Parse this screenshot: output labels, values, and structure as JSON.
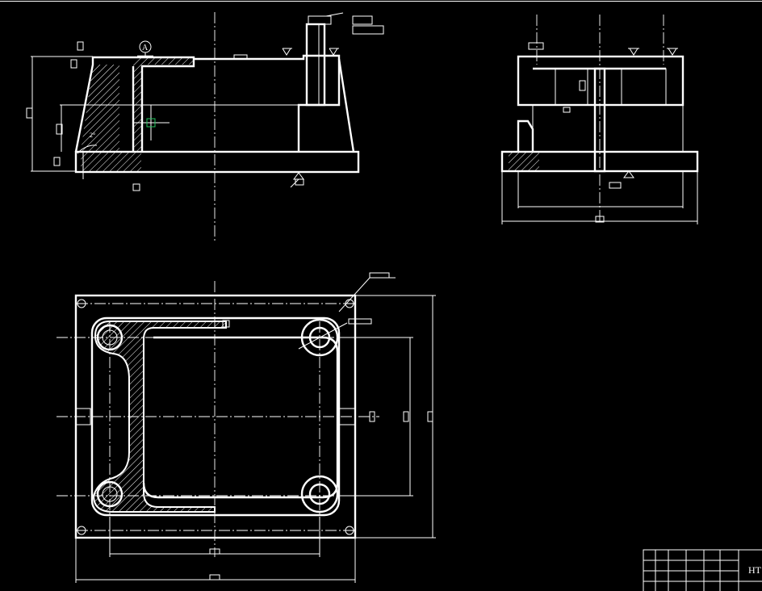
{
  "drawing": {
    "datum_label": "A",
    "angle_label": "2°",
    "title_block_text": "HT",
    "colors": {
      "background": "#000000",
      "lines": "#ffffff",
      "cursor": "#22c55e"
    }
  }
}
